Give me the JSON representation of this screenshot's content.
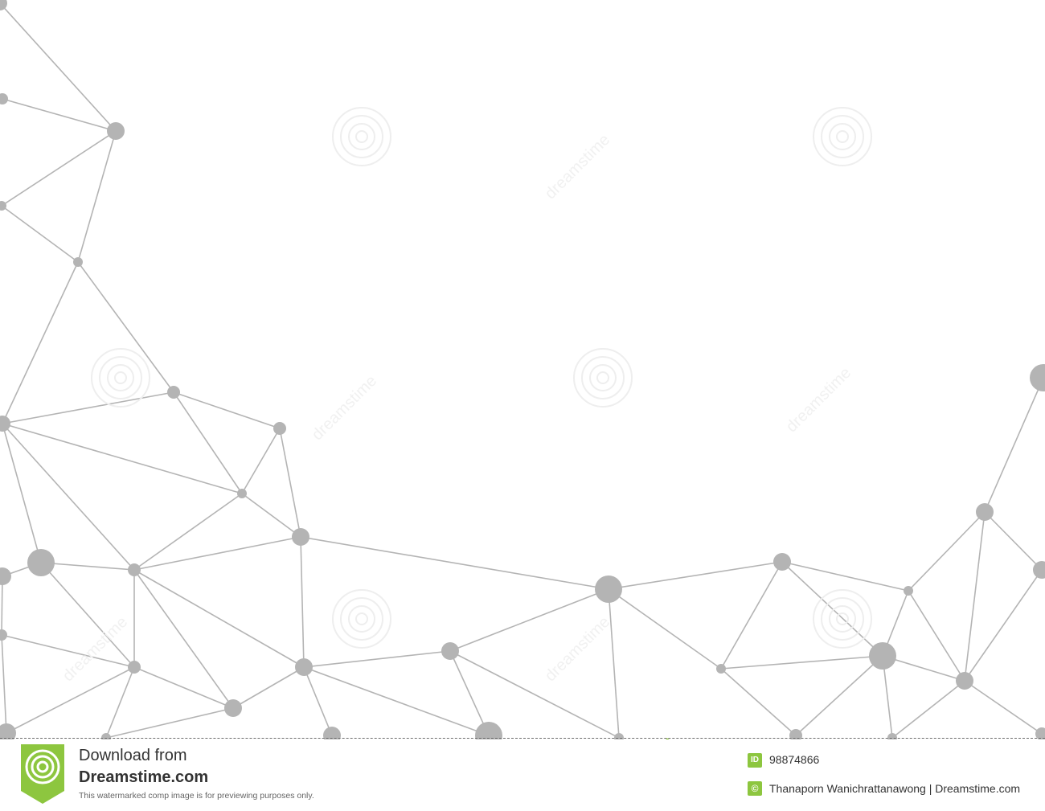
{
  "footer": {
    "download_line": "Download from",
    "brand": "Dreamstime.com",
    "note": "This watermarked comp image is for previewing purposes only.",
    "id_badge": "ID",
    "image_id": "98874866",
    "copyright_badge": "©",
    "credit": "Thanaporn Wanichrattanawong | Dreamstime.com",
    "logo_icon": "dreamstime-spiral-logo-icon",
    "scissors_icon": "scissors-icon"
  },
  "watermark": {
    "text": "dreamstime"
  },
  "colors": {
    "network": "#b4b4b4",
    "accent": "#8dc63f",
    "background": "#ffffff"
  }
}
